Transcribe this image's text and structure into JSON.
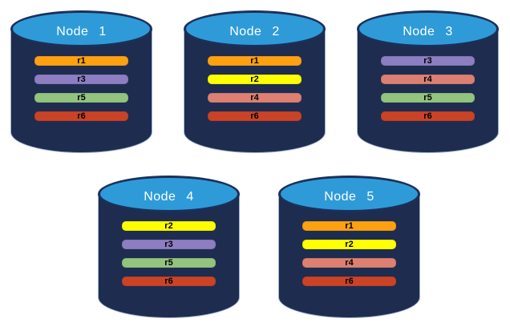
{
  "colors": {
    "background": "#FFFFFF",
    "cylinder_body": "#1E2C50",
    "cylinder_body_edge": "#9FB4D2",
    "cylinder_top_fill": "#2E9BD8",
    "cylinder_top_border": "#1B3059",
    "node_label_text": "#FFFFFF",
    "replica_label_text": "#000000",
    "replica_r1": "#FEA111",
    "replica_r2": "#FFFF00",
    "replica_r3": "#8D7EC2",
    "replica_r4": "#DD8071",
    "replica_r5": "#92C47E",
    "replica_r6": "#CB4325"
  },
  "nodes": [
    {
      "label": "Node 1",
      "replicas": [
        {
          "label": "r1",
          "color": "#FEA111"
        },
        {
          "label": "r3",
          "color": "#8D7EC2"
        },
        {
          "label": "r5",
          "color": "#92C47E"
        },
        {
          "label": "r6",
          "color": "#CB4325"
        }
      ]
    },
    {
      "label": "Node 2",
      "replicas": [
        {
          "label": "r1",
          "color": "#FEA111"
        },
        {
          "label": "r2",
          "color": "#FFFF00"
        },
        {
          "label": "r4",
          "color": "#DD8071"
        },
        {
          "label": "r6",
          "color": "#CB4325"
        }
      ]
    },
    {
      "label": "Node 3",
      "replicas": [
        {
          "label": "r3",
          "color": "#8D7EC2"
        },
        {
          "label": "r4",
          "color": "#DD8071"
        },
        {
          "label": "r5",
          "color": "#92C47E"
        },
        {
          "label": "r6",
          "color": "#CB4325"
        }
      ]
    },
    {
      "label": "Node 4",
      "replicas": [
        {
          "label": "r2",
          "color": "#FFFF00"
        },
        {
          "label": "r3",
          "color": "#8D7EC2"
        },
        {
          "label": "r5",
          "color": "#92C47E"
        },
        {
          "label": "r6",
          "color": "#CB4325"
        }
      ]
    },
    {
      "label": "Node 5",
      "replicas": [
        {
          "label": "r1",
          "color": "#FEA111"
        },
        {
          "label": "r2",
          "color": "#FFFF00"
        },
        {
          "label": "r4",
          "color": "#DD8071"
        },
        {
          "label": "r6",
          "color": "#CB4325"
        }
      ]
    }
  ]
}
